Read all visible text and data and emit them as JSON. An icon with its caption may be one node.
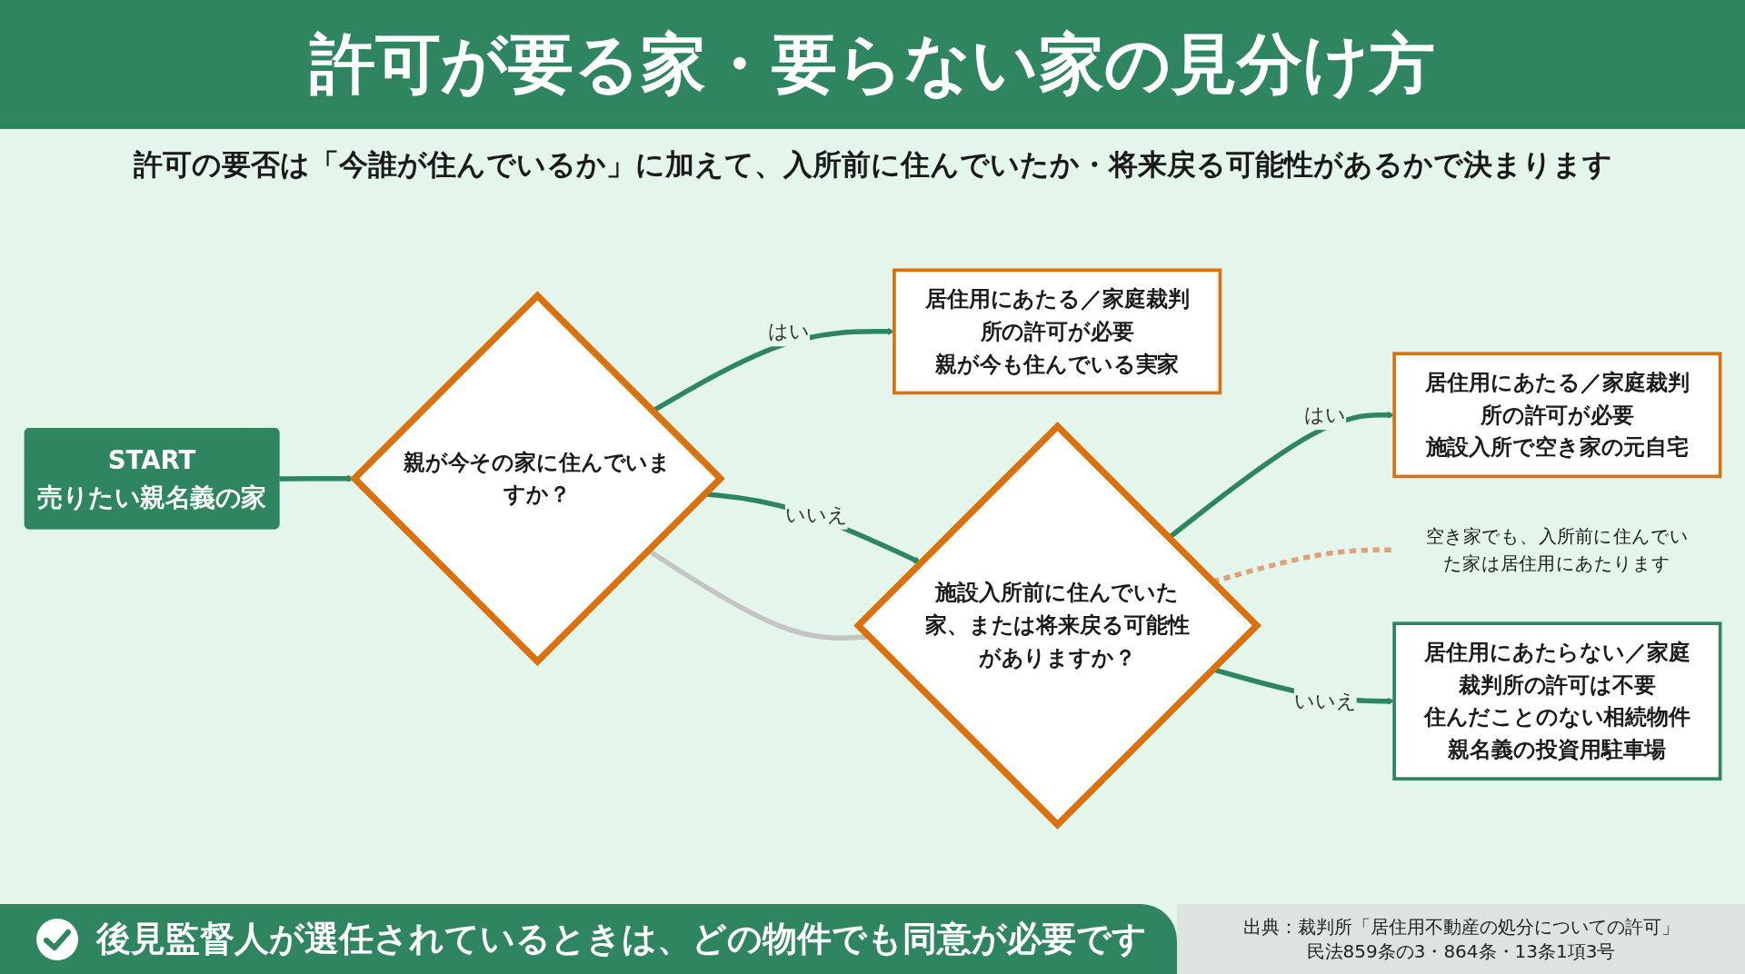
{
  "diagram": {
    "title": "許可が要る家・要らない家の見分け方",
    "nodes": [
      {
        "text": [
          "START",
          "売りたい親名義の家"
        ]
      },
      {
        "text": [
          "親が今その家に住んでいますか？"
        ]
      },
      {
        "text": [
          "居住用にあたる／家庭裁判所の許可が必要",
          "親が今も住んでいる実家"
        ]
      },
      {
        "text": [
          "施設入所前に住んでいた家、または将来戻る可能性がありますか？"
        ]
      },
      {
        "text": [
          "居住用にあたる／家庭裁判所の許可が必要",
          "施設入所で空き家の元自宅"
        ]
      },
      {
        "text": [
          "空き家でも、入所前に住んでいた家は居住用にあたります"
        ]
      },
      {
        "text": [
          "居住用にあたらない／家庭裁判所の許可は不要",
          "住んだことのない相続物件",
          "親名義の投資用駐車場"
        ]
      }
    ],
    "edges": [
      {
        "from": 0,
        "to": 1,
        "arrow": "to"
      },
      {
        "from": 1,
        "to": 2,
        "label": "はい",
        "arrow": "to"
      },
      {
        "from": 1,
        "to": 3,
        "label": "いいえ",
        "arrow": "to"
      },
      {
        "from": 1,
        "to": 3,
        "arrow": "to",
        "color": "#c4c4c4"
      },
      {
        "from": 3,
        "to": 4,
        "label": "はい",
        "arrow": "to"
      },
      {
        "from": 3,
        "to": 5,
        "arrow": "none",
        "style": "dashed",
        "color": "#e0a07a"
      },
      {
        "from": 3,
        "to": 6,
        "label": "いいえ",
        "arrow": "to"
      }
    ],
    "labels": [
      "許可の要否は「今誰が住んでいるか」に加えて、入所前に住んでいたか・将来戻る可能性があるかで決まります",
      "後見監督人が選任されているときは、どの物件でも同意が必要です",
      "出典：裁判所「居住用不動産の処分についての許可」",
      "民法859条の3・864条・13条1項3号"
    ]
  }
}
